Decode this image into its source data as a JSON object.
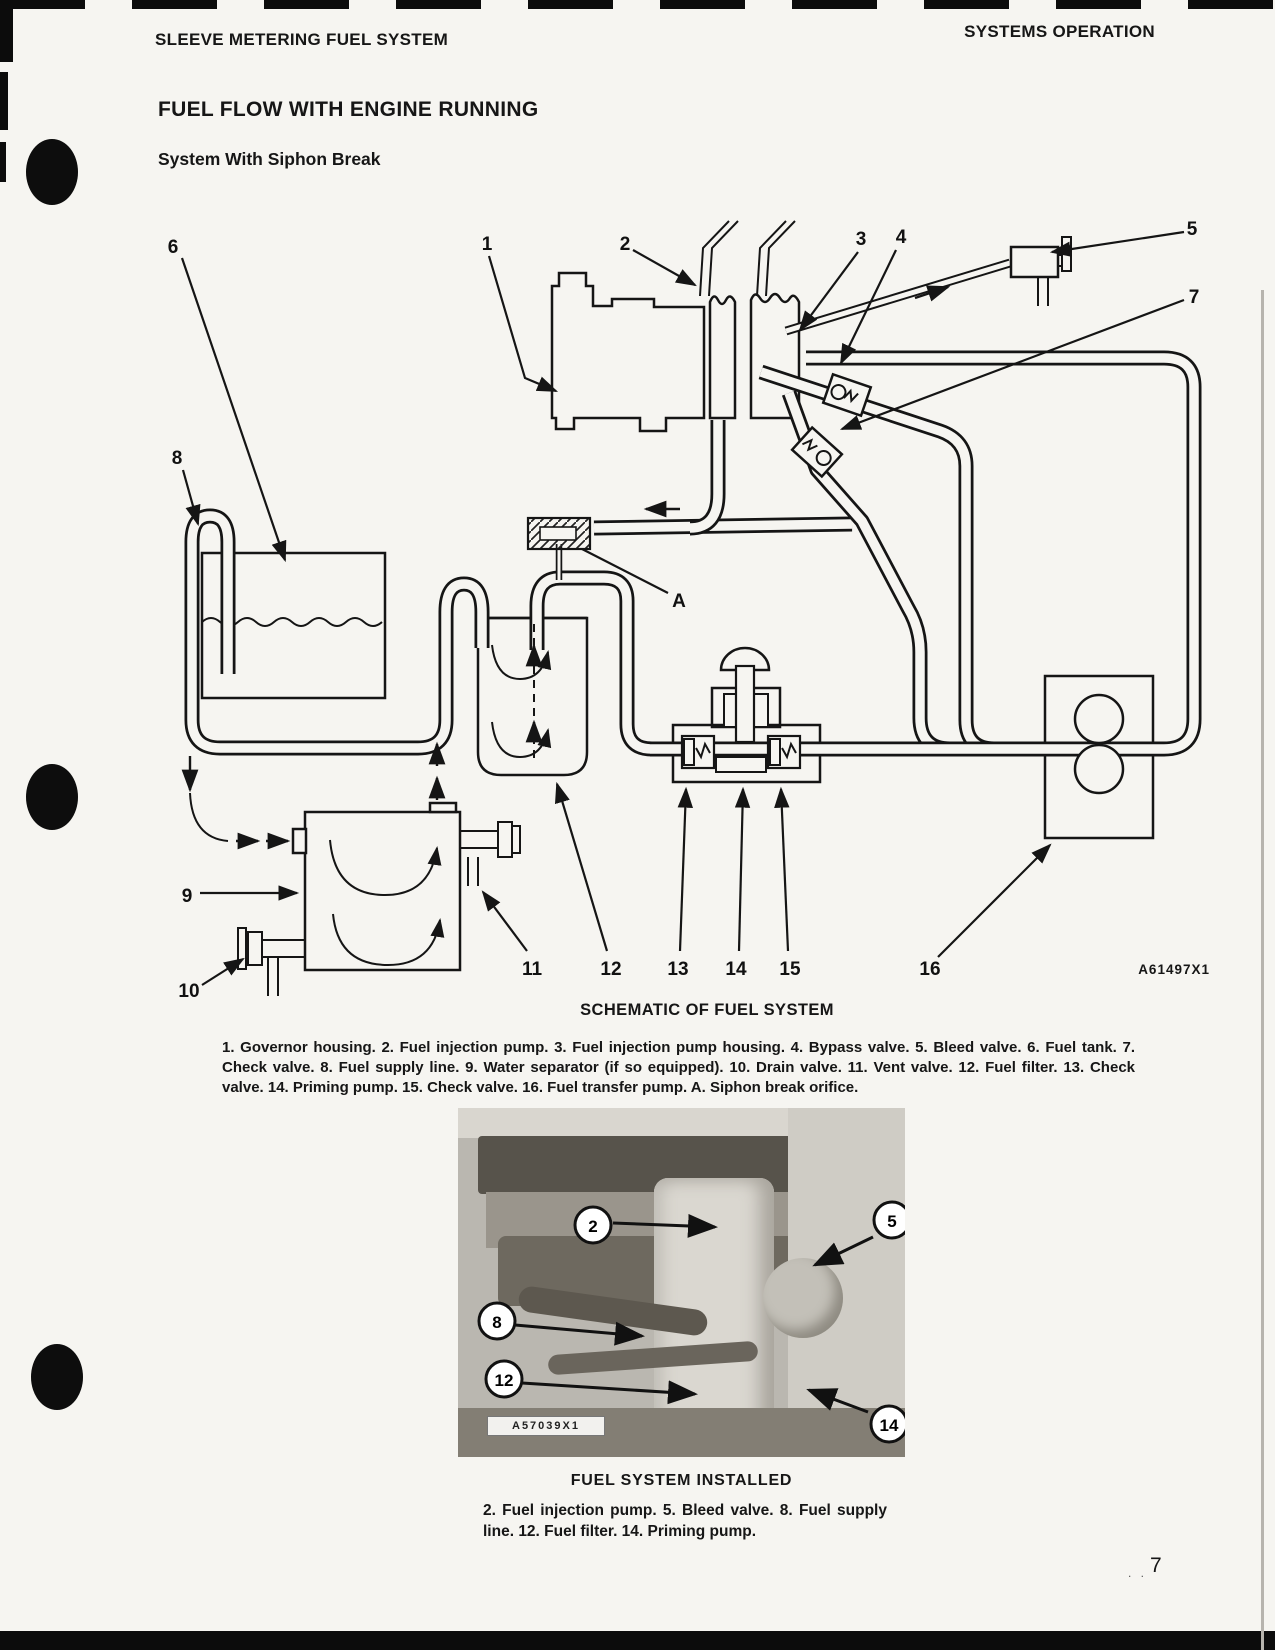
{
  "page": {
    "header_left": "SLEEVE METERING FUEL SYSTEM",
    "header_right": "SYSTEMS OPERATION",
    "title": "FUEL FLOW WITH ENGINE RUNNING",
    "subtitle": "System With Siphon Break",
    "page_number": "7"
  },
  "schematic": {
    "caption": "SCHEMATIC OF FUEL SYSTEM",
    "figure_code": "A61497X1",
    "callouts": [
      "1",
      "2",
      "3",
      "4",
      "5",
      "6",
      "7",
      "8",
      "9",
      "10",
      "11",
      "12",
      "13",
      "14",
      "15",
      "16",
      "A"
    ],
    "legend": "1. Governor housing.  2. Fuel injection pump.  3. Fuel injection pump housing.  4. Bypass valve.  5. Bleed valve.  6. Fuel tank.  7. Check valve.  8. Fuel supply line.  9. Water separator (if so equipped).  10. Drain valve.  11. Vent valve.  12. Fuel filter.  13. Check valve.  14. Priming pump.  15. Check valve.  16. Fuel transfer pump.  A. Siphon break orifice."
  },
  "photo": {
    "caption": "FUEL SYSTEM INSTALLED",
    "figure_code": "A57039X1",
    "callouts": [
      "2",
      "5",
      "8",
      "12",
      "14"
    ],
    "legend": "2. Fuel injection pump.  5. Bleed valve.  8. Fuel supply line.  12. Fuel filter.  14. Priming pump."
  }
}
